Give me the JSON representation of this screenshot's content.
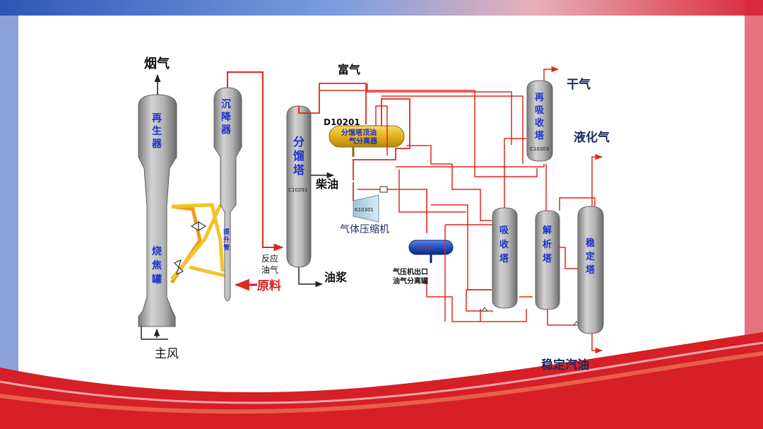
{
  "labels": {
    "flue_gas": "烟气",
    "main_air": "主风",
    "regenerator": [
      "再",
      "生",
      "器"
    ],
    "settler": [
      "沉",
      "降",
      "器"
    ],
    "coke_tank": [
      "烧",
      "焦",
      "罐"
    ],
    "riser": [
      "提",
      "升",
      "管"
    ],
    "reaction_gas": [
      "反应",
      "油气"
    ],
    "feedstock": "原料",
    "fractionator": [
      "分",
      "馏",
      "塔"
    ],
    "fractionator_code": "C10201",
    "diesel": "柴油",
    "slurry": "油浆",
    "rich_gas": "富气",
    "separator_code": "D10201",
    "separator_name": [
      "分馏塔顶油",
      "气分离器"
    ],
    "compressor_code": "K10301",
    "compressor_name": "气体压缩机",
    "outlet_drum_code": "D10301",
    "outlet_drum_name": [
      "气压机出口",
      "油气分离罐"
    ],
    "reabsorber": [
      "再",
      "吸",
      "收",
      "塔"
    ],
    "reabsorber_code": "C10303",
    "dry_gas": "干气",
    "lpg": "液化气",
    "absorber": [
      "吸",
      "收",
      "塔"
    ],
    "stripper": [
      "解",
      "析",
      "塔"
    ],
    "stabilizer": [
      "稳",
      "定",
      "塔"
    ],
    "stable_gasoline": "稳定汽油"
  },
  "colors": {
    "vessel": "#a8a8a8",
    "vessel_dark": "#6e6e6e",
    "stream": "#e0281e",
    "catalyst": "#f2c426",
    "catalyst_hot": "#f29a1a",
    "separator": "#e7b81c",
    "drum": "#1f4fc4",
    "text_dark": "#1c2a5a",
    "text_vessel": "#1a2fcc",
    "feed_red": "#d42020"
  }
}
